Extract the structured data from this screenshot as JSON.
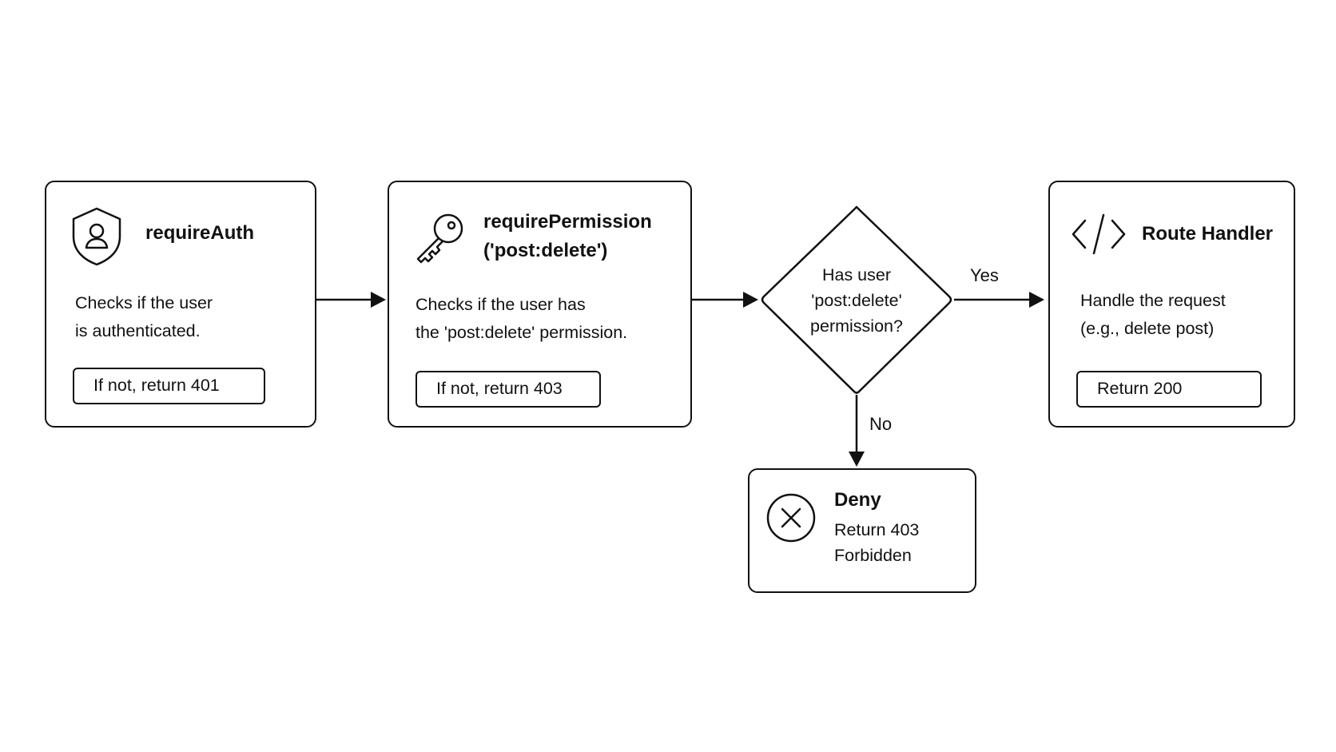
{
  "nodes": {
    "require_auth": {
      "title": "requireAuth",
      "desc_lines": [
        "Checks if the user",
        "is authenticated."
      ],
      "pill": "If not, return 401",
      "icon": "shield-user-icon"
    },
    "require_permission": {
      "title_lines": [
        "requirePermission",
        "('post:delete')"
      ],
      "desc_lines": [
        "Checks if the user has",
        "the 'post:delete' permission."
      ],
      "pill": "If not, return 403",
      "icon": "key-icon"
    },
    "decision": {
      "lines": [
        "Has user",
        "'post:delete'",
        "permission?"
      ]
    },
    "route_handler": {
      "title": "Route Handler",
      "desc_lines": [
        "Handle the request",
        "(e.g., delete post)"
      ],
      "pill": "Return 200",
      "icon": "code-brackets-icon"
    },
    "deny": {
      "title": "Deny",
      "desc_lines": [
        "Return 403",
        "Forbidden"
      ],
      "icon": "x-circle-icon"
    }
  },
  "edges": {
    "yes_label": "Yes",
    "no_label": "No"
  },
  "colors": {
    "stroke": "#111111",
    "background": "#ffffff"
  }
}
